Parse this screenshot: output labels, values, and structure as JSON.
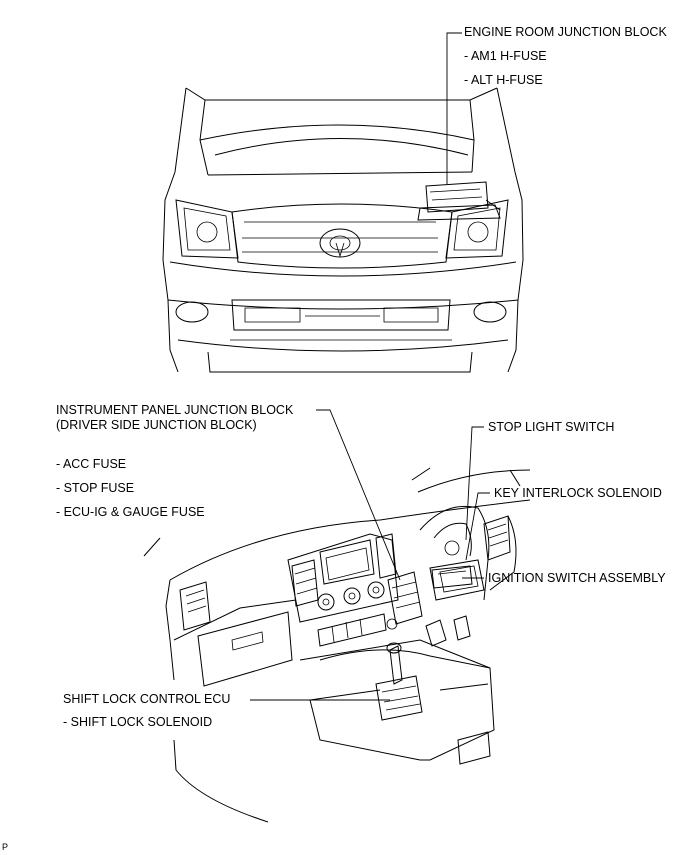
{
  "labels": {
    "engine_room_jb": "ENGINE ROOM JUNCTION BLOCK",
    "am1_fuse": "- AM1 H-FUSE",
    "alt_fuse": "- ALT H-FUSE",
    "ip_jb_line1": "INSTRUMENT PANEL JUNCTION BLOCK",
    "ip_jb_line2": "(DRIVER SIDE JUNCTION BLOCK)",
    "acc_fuse": "- ACC FUSE",
    "stop_fuse": "- STOP FUSE",
    "ecu_ig_fuse": "- ECU-IG & GAUGE FUSE",
    "stop_light_switch": "STOP LIGHT SWITCH",
    "key_interlock": "KEY INTERLOCK SOLENOID",
    "ignition_switch": "IGNITION SWITCH ASSEMBLY",
    "shift_lock_ecu": "SHIFT LOCK CONTROL ECU",
    "shift_lock_solenoid": "- SHIFT LOCK SOLENOID",
    "corner_mark": "P"
  }
}
